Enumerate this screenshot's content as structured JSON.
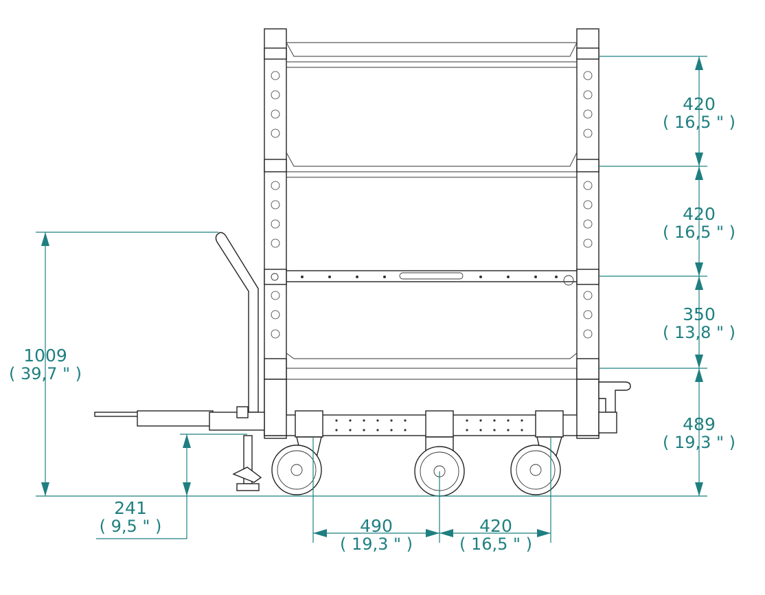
{
  "colors": {
    "dimension": "#1f7f80",
    "line": "#222222",
    "background": "#ffffff"
  },
  "dimensions": {
    "shelf_spacing_1": {
      "mm": "420",
      "inch": "( 16,5 \" )"
    },
    "shelf_spacing_2": {
      "mm": "420",
      "inch": "( 16,5 \" )"
    },
    "shelf_spacing_3": {
      "mm": "350",
      "inch": "( 13,8 \" )"
    },
    "base_height": {
      "mm": "489",
      "inch": "( 19,3 \" )"
    },
    "handle_height": {
      "mm": "1009",
      "inch": "( 39,7 \" )"
    },
    "tow_height": {
      "mm": "241",
      "inch": "( 9,5 \" )"
    },
    "wheel_spacing_1": {
      "mm": "490",
      "inch": "( 19,3 \" )"
    },
    "wheel_spacing_2": {
      "mm": "420",
      "inch": "( 16,5 \" )"
    }
  }
}
